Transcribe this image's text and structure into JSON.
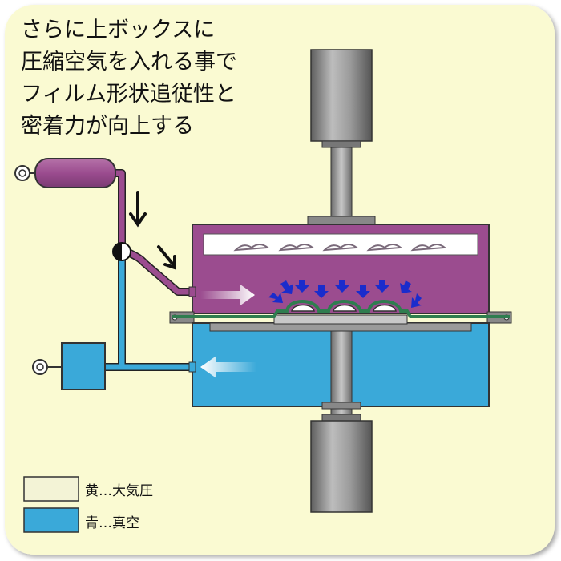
{
  "caption": {
    "lines": [
      "さらに上ボックスに",
      "圧縮空気を入れる事で",
      "フィルム形状追従性と",
      "密着力が向上する"
    ]
  },
  "legend": {
    "items": [
      {
        "label": "黄…大気圧",
        "color": "#f3f3d6"
      },
      {
        "label": "青…真空",
        "color": "#3aa9d9"
      }
    ]
  },
  "colors": {
    "background": "#fafad2",
    "upper_box": "#9b4c8f",
    "lower_box": "#3aa9d9",
    "film": "#3c8a5a",
    "compressed_air_arrow": "#1a2ccc",
    "cylinder": "#808080"
  }
}
